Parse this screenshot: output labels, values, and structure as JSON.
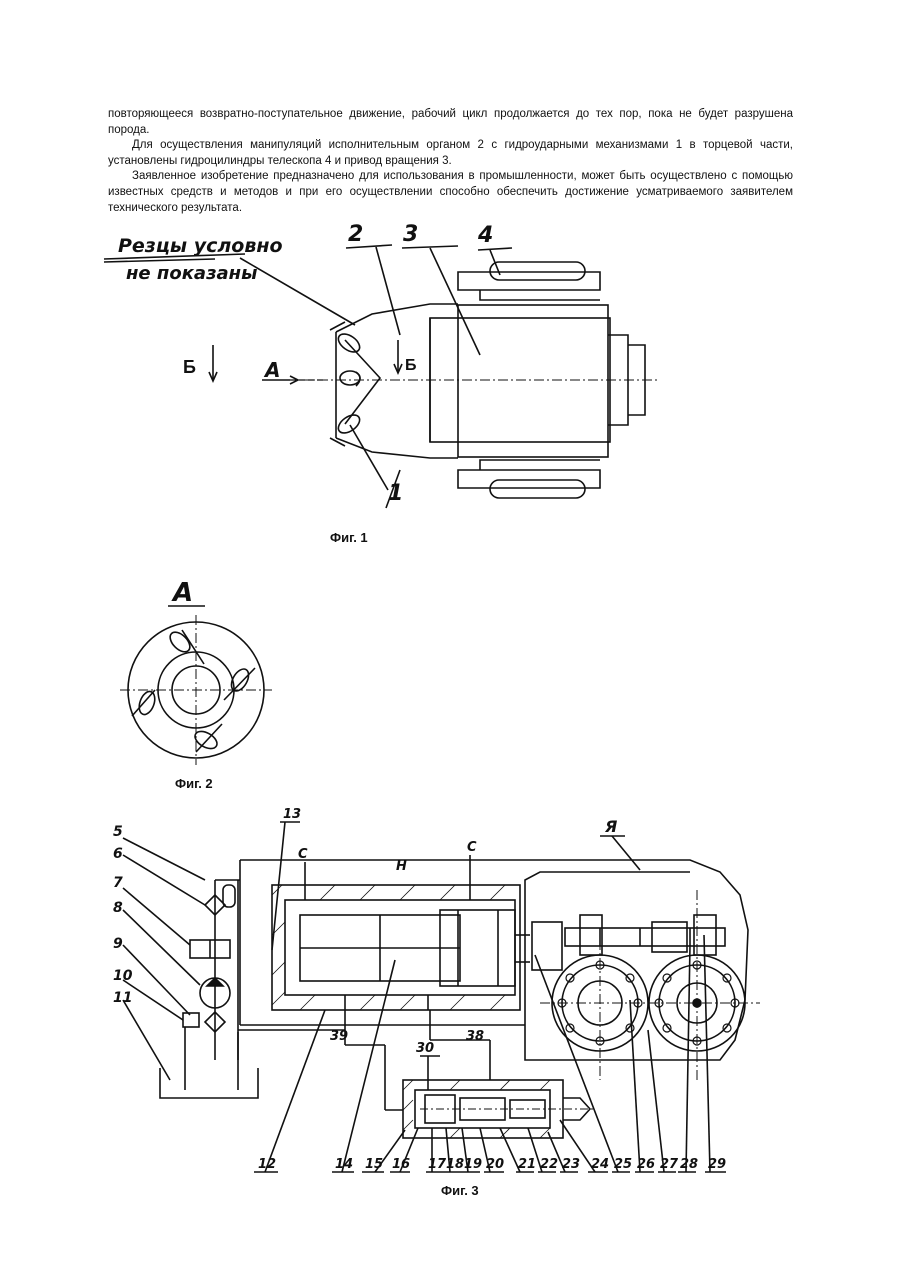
{
  "paragraphs": [
    "повторяющееся возвратно-поступательное движение, рабочий цикл продолжается до тех пор, пока не будет разрушена порода.",
    "Для осуществления манипуляций исполнительным органом 2 с гидроударными механизмами 1 в торцевой части, установлены гидроцилиндры телескопа 4 и привод вращения 3.",
    "Заявленное изобретение предназначено для использования в промышленности, может быть осуществлено с помощью известных средств и методов и при его осуществлении способно обеспечить достижение усматриваемого заявителем технического результата."
  ],
  "fig1": {
    "caption": "Фиг. 1",
    "note_line1": "Резцы условно",
    "note_line2": "не показаны",
    "labels": [
      "1",
      "2",
      "3",
      "4"
    ],
    "view_a": "А",
    "section_left": "Б",
    "section_right": "Б"
  },
  "fig2": {
    "caption": "Фиг. 2",
    "title": "А"
  },
  "fig3": {
    "caption": "Фиг. 3",
    "labels_left": [
      "5",
      "6",
      "7",
      "8",
      "9",
      "10",
      "11"
    ],
    "labels_top": [
      "13",
      "C",
      "H",
      "C",
      "Я"
    ],
    "labels_mid": [
      "39",
      "38",
      "30"
    ],
    "labels_bottom": [
      "12",
      "14",
      "15",
      "16",
      "17",
      "18",
      "19",
      "20",
      "21",
      "22",
      "23",
      "24",
      "25",
      "26",
      "27",
      "28",
      "29"
    ]
  }
}
